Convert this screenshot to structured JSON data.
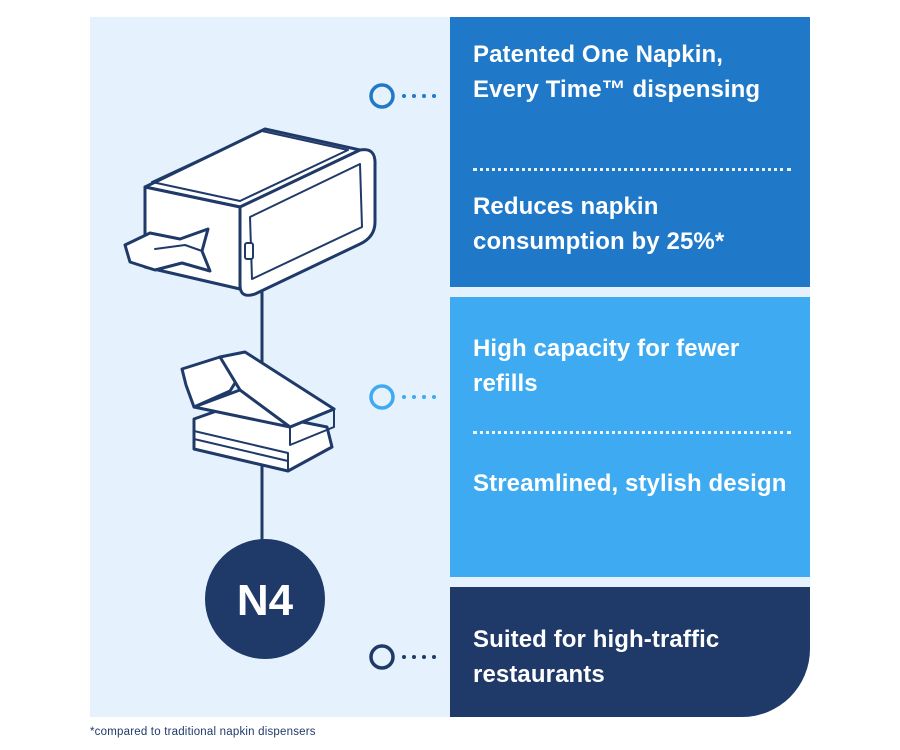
{
  "features": [
    {
      "text": "Patented One Napkin, Every Time™ dispensing"
    },
    {
      "text": "Reduces napkin consumption by 25%*"
    },
    {
      "text": "High capacity for fewer refills"
    },
    {
      "text": "Streamlined, stylish design"
    },
    {
      "text": "Suited for high-traffic restaurants"
    }
  ],
  "badge": {
    "label": "N4"
  },
  "footnote": "*compared to traditional napkin dispensers",
  "colors": {
    "background": "#e5f1fc",
    "panel_blue": "#1f78c8",
    "panel_light_blue": "#3eaaf1",
    "panel_navy": "#1f3a68",
    "line": "#1f3a68"
  },
  "icons": [
    "napkin-dispenser-icon",
    "folded-napkins-icon",
    "dot-connector-icon"
  ]
}
